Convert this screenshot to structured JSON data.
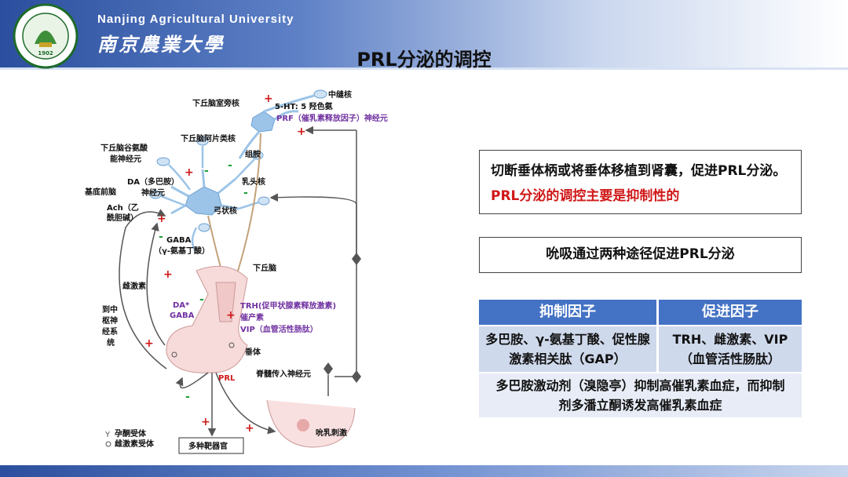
{
  "header": {
    "university_en": "Nanjing Agricultural University",
    "university_cn": "南京農業大學",
    "logo_year": "1902"
  },
  "title": "PRL分泌的调控",
  "diagram": {
    "labels": {
      "paraventricular": "下丘脑室旁核",
      "raphe": "中缝核",
      "serotonin": "5-HT: 5 羟色氨",
      "prf": "PRF（催乳素释放因子）神经元",
      "opioid": "下丘脑阿片类核",
      "histamine": "组胺",
      "glutamate": "下丘脑谷氨酸能神经元",
      "glutamate_l1": "下丘脑谷氨酸",
      "glutamate_l2": "能神经元",
      "dopamine_l1": "DA（多巴胺）",
      "dopamine_l2": "神经元",
      "tuberal": "乳头核",
      "basal_forebrain": "基底前脑",
      "ach_l1": "Ach（乙",
      "ach_l2": "酰胆碱）",
      "arcuate": "弓状核",
      "gaba_l1": "GABA",
      "gaba_l2": "（γ-氨基丁酸）",
      "estrogen": "雌激素",
      "cns_1": "到中",
      "cns_2": "枢神",
      "cns_3": "经系",
      "cns_4": "统",
      "hypothalamus": "下丘脑",
      "da_star": "DA*",
      "gaba_short": "GABA",
      "trh": "TRH(促甲状腺素释放激素)",
      "oxytocin": "催产素",
      "vip": "VIP（血管活性肠肽）",
      "pituitary": "垂体",
      "spinal": "脊髓传入神经元",
      "prl": "PRL",
      "target_organs": "多种靶器官",
      "suckling": "吮乳刺激",
      "legend_progesterone": "孕酮受体",
      "legend_estrogen": "雌激素受体",
      "plus": "+",
      "minus": "-"
    }
  },
  "box1": {
    "text_black": "切断垂体柄或将垂体移植到肾囊，促进PRL分泌。",
    "text_red": "PRL分泌的调控主要是抑制性的"
  },
  "box2": {
    "text": "吮吸通过两种途径促进PRL分泌"
  },
  "table": {
    "headers": [
      "抑制因子",
      "促进因子"
    ],
    "row1": [
      "多巴胺、γ-氨基丁酸、促性腺激素相关肽（GAP）",
      "TRH、雌激素、VIP（血管活性肠肽）"
    ],
    "row2": "多巴胺激动剂（溴隐亭）抑制高催乳素血症，而抑制剂多潘立酮诱发高催乳素血症"
  },
  "colors": {
    "header_blue": "#4472c4",
    "cell_blue": "#cfd9ec",
    "red": "#d01818",
    "green": "#1e9e3a",
    "purple": "#7030a0",
    "neuron": "#9cc4e8"
  }
}
